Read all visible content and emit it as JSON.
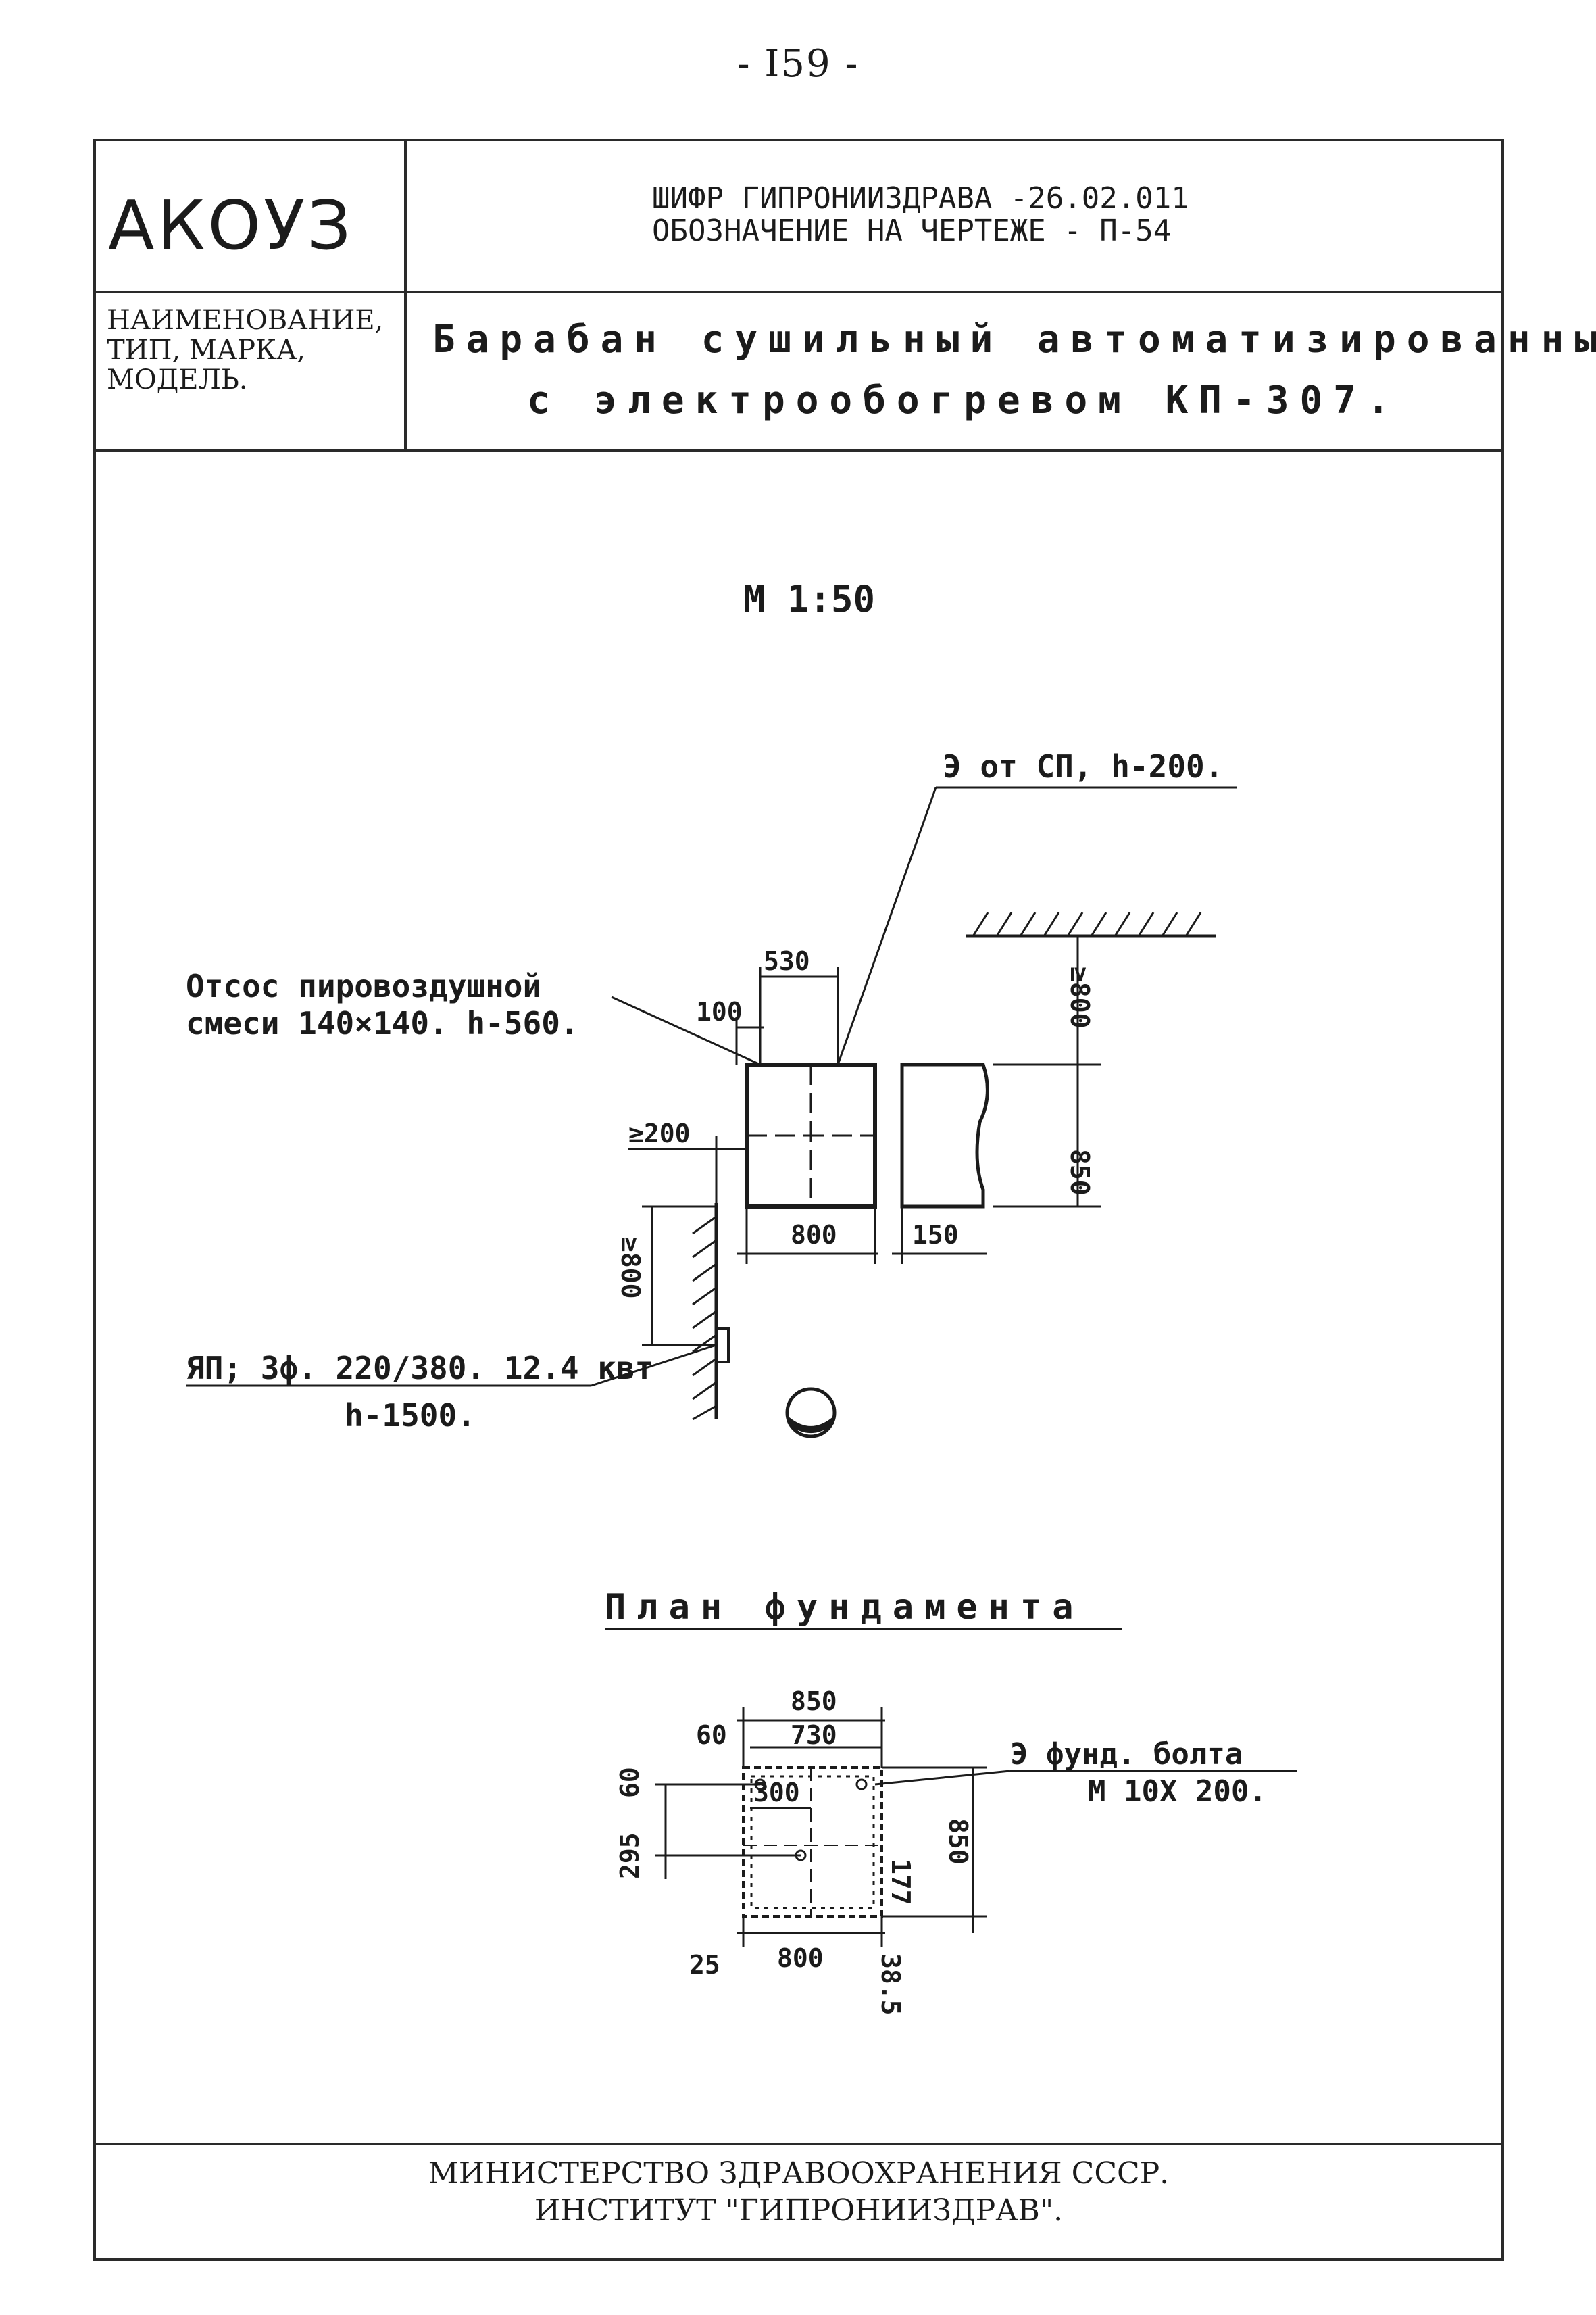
{
  "page_number": "- I59 -",
  "header": {
    "org_code": "АКОУЗ",
    "cipher_line": "ШИФР ГИПРОНИИЗДРАВА   -26.02.011",
    "designation_line": "ОБОЗНАЧЕНИЕ НА ЧЕРТЕЖЕ - П-54",
    "name_label": [
      "НАИМЕНОВАНИЕ,",
      "ТИП, МАРКА,",
      "МОДЕЛЬ."
    ],
    "title_line1": "Барабан сушильный автоматизированный",
    "title_line2": "с электрообогревом  КП-307."
  },
  "drawing": {
    "scale": "М 1:50",
    "callouts": {
      "electric_from": "Э от СП, h-200.",
      "exhaust_line1": "Отсос пировоздушной",
      "exhaust_line2": "смеси 140×140. h-560.",
      "power_line1": "ЯП; 3ф. 220/380. 12.4 квт",
      "power_line2": "h-1500."
    },
    "dims": {
      "d530": "530",
      "d100": "100",
      "d200": "≥200",
      "d800w": "800",
      "d150": "150",
      "d800h": "≥800",
      "d850": "850",
      "d800left": "≥800"
    },
    "foundation_title": "План фундамента",
    "foundation": {
      "bolt_line1": "Э фунд. болта",
      "bolt_line2": "М 10Х 200.",
      "d850": "850",
      "d730": "730",
      "d60": "60",
      "d300": "300",
      "d295": "295",
      "d60v": "60",
      "d177": "177",
      "d850v": "850",
      "d25": "25",
      "d800": "800",
      "d385": "38.5"
    }
  },
  "footer": {
    "line1": "МИНИСТЕРСТВО ЗДРАВООХРАНЕНИЯ СССР.",
    "line2": "ИНСТИТУТ \"ГИПРОНИИЗДРАВ\"."
  }
}
